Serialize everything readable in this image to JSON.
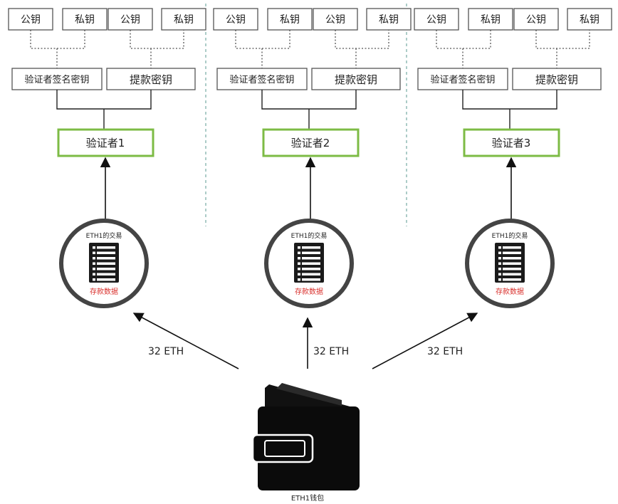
{
  "public_key_label": "公钥",
  "private_key_label": "私钥",
  "signing_key_label": "验证者签名密钥",
  "withdrawal_key_label": "提款密钥",
  "validators": [
    {
      "name": "验证者1"
    },
    {
      "name": "验证者2"
    },
    {
      "name": "验证者3"
    }
  ],
  "deposit": {
    "tx_label": "ETH1的交易",
    "data_label": "存款数据",
    "data_color": "#d9302c"
  },
  "transfer_amounts": [
    "32 ETH",
    "32 ETH",
    "32 ETH"
  ],
  "wallet_label": "ETH1钱包",
  "colors": {
    "validator_border": "#7dbb45",
    "separator": "#5a9a90"
  }
}
